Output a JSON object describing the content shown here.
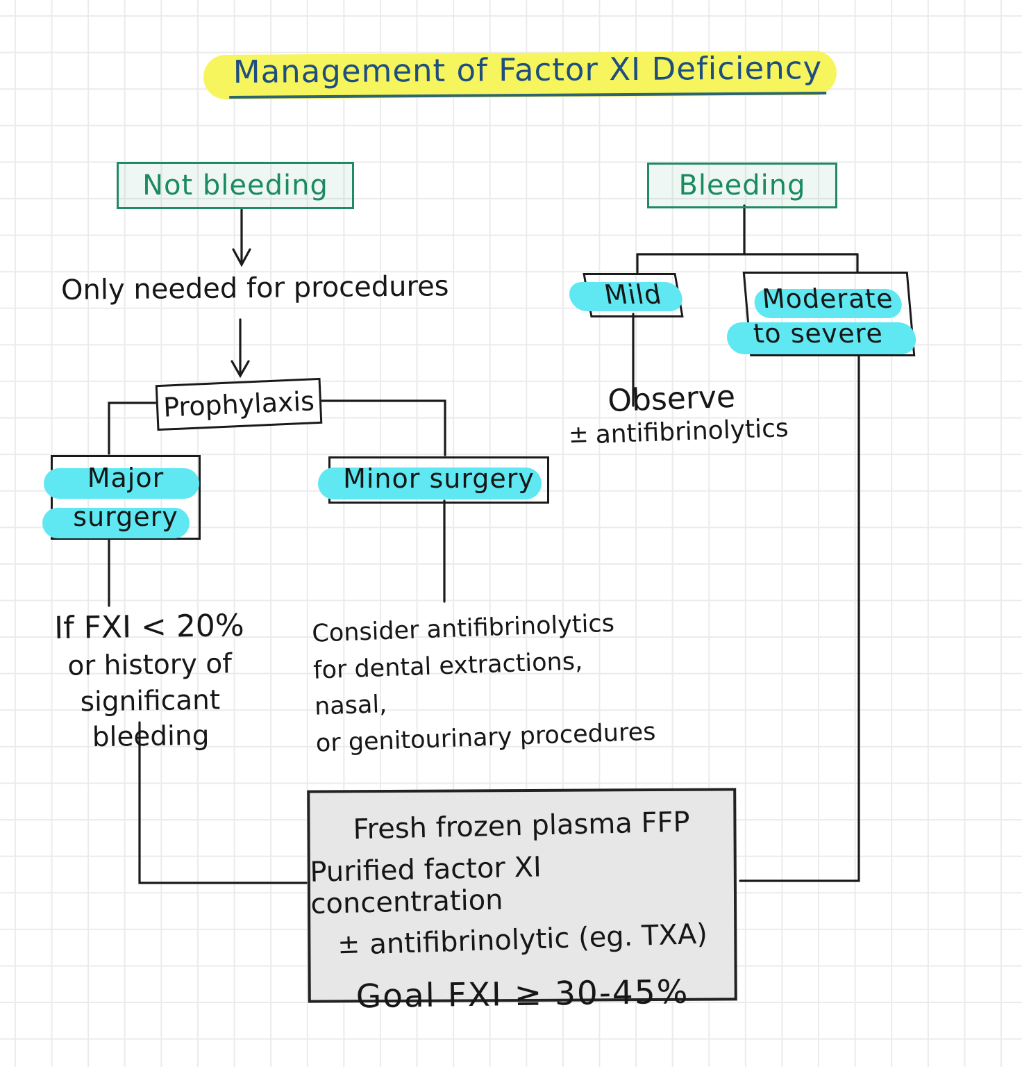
{
  "diagram": {
    "title": "Management of Factor XI Deficiency",
    "left_branch": {
      "root": "Not bleeding",
      "note": "Only needed for procedures",
      "prophylaxis": "Prophylaxis",
      "major_surgery": {
        "line1": "Major",
        "line2": "surgery"
      },
      "minor_surgery": "Minor surgery",
      "major_criteria": {
        "line1": "If FXI < 20%",
        "line2": "or history of",
        "line3": "significant bleeding"
      },
      "minor_advice": {
        "line1": "Consider antifibrinolytics",
        "line2": "for dental extractions, nasal,",
        "line3": "or genitourinary procedures"
      }
    },
    "right_branch": {
      "root": "Bleeding",
      "mild": "Mild",
      "moderate_severe": {
        "line1": "Moderate",
        "line2": "to severe"
      },
      "mild_plan": {
        "line1": "Observe",
        "plus_minus": "±",
        "line2": "antifibrinolytics"
      }
    },
    "treatment_box": {
      "line1": "Fresh frozen plasma FFP",
      "line2": "Purified factor XI concentration",
      "plus_minus": "±",
      "line3": "antifibrinolytic (eg. TXA)",
      "goal": "Goal FXI ≥ 30-45%"
    },
    "colors": {
      "title_highlight": "#f7f55e",
      "emphasis_highlight": "#5fe8f2",
      "green_ink": "#1a8a60",
      "blue_ink": "#1d4e7e",
      "black_ink": "#161616",
      "treatment_fill": "#e7e7e7"
    }
  }
}
